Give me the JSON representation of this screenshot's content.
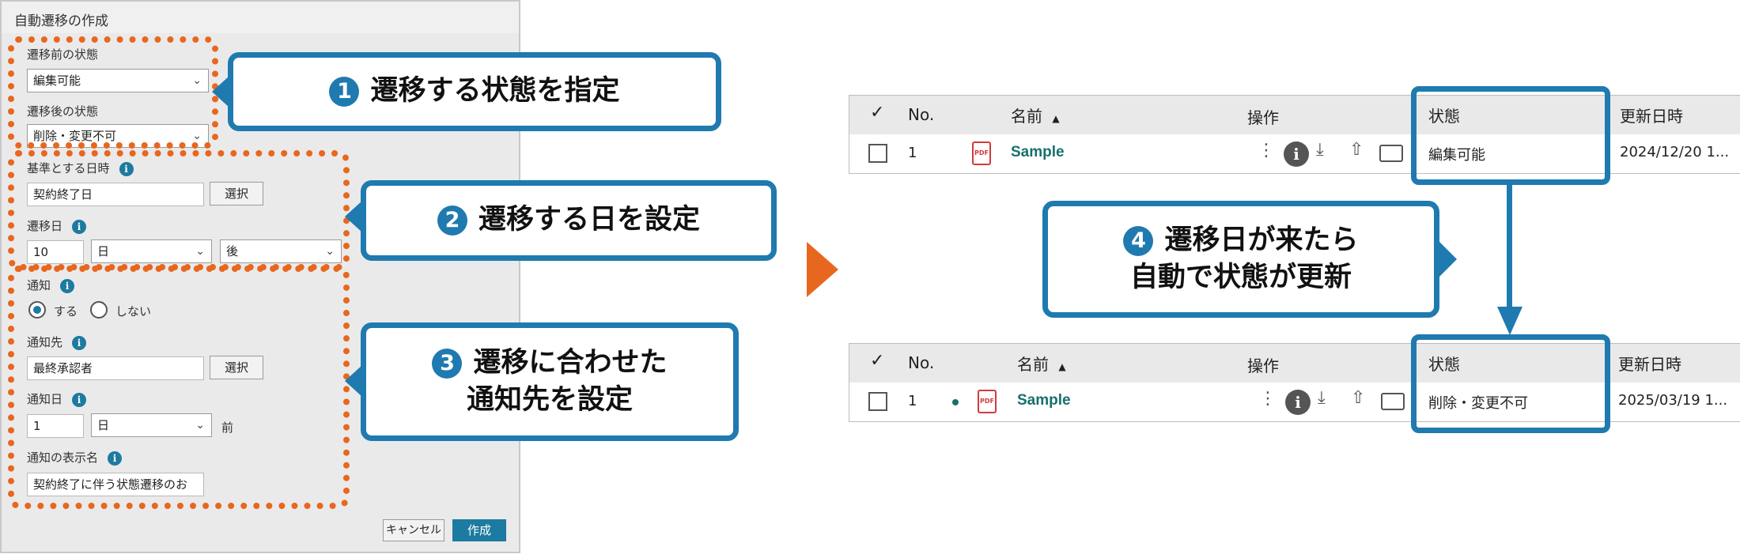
{
  "dialog": {
    "title": "自動遷移の作成",
    "before_state_label": "遷移前の状態",
    "before_state_value": "編集可能",
    "after_state_label": "遷移後の状態",
    "after_state_value": "削除・変更不可",
    "base_date_label": "基準とする日時",
    "base_date_value": "契約終了日",
    "select_button": "選択",
    "transition_day_label": "遷移日",
    "transition_day_value": "10",
    "transition_unit": "日",
    "transition_direction": "後",
    "notify_label": "通知",
    "notify_on": "する",
    "notify_off": "しない",
    "notify_to_label": "通知先",
    "notify_to_value": "最終承認者",
    "notify_day_label": "通知日",
    "notify_day_value": "1",
    "notify_day_unit": "日",
    "notify_day_suffix": "前",
    "notify_name_label": "通知の表示名",
    "notify_name_value": "契約終了に伴う状態遷移のお",
    "cancel_button": "キャンセル",
    "create_button": "作成"
  },
  "callouts": {
    "c1": {
      "num": "1",
      "text": "遷移する状態を指定"
    },
    "c2": {
      "num": "2",
      "text": "遷移する日を設定"
    },
    "c3": {
      "num": "3",
      "line1": "遷移に合わせた",
      "line2": "通知先を設定"
    },
    "c4": {
      "num": "4",
      "line1": "遷移日が来たら",
      "line2": "自動で状態が更新"
    }
  },
  "table": {
    "headers": {
      "no": "No.",
      "name": "名前",
      "ops": "操作",
      "state": "状態",
      "updated": "更新日時"
    },
    "before_row": {
      "no": "1",
      "name": "Sample",
      "state": "編集可能",
      "updated": "2024/12/20 1..."
    },
    "after_row": {
      "no": "1",
      "name": "Sample",
      "state": "削除・変更不可",
      "updated": "2025/03/19 1..."
    }
  },
  "colors": {
    "accent_orange": "#e8671e",
    "accent_blue": "#1f7ab0",
    "link_green": "#17706a",
    "primary_button": "#1d7aa0"
  },
  "icons": [
    "info-icon",
    "chevron-down-icon",
    "check-icon",
    "sort-up-icon",
    "pdf-icon",
    "more-vertical-icon",
    "download-icon",
    "share-lock-icon",
    "id-card-icon",
    "arrow-down-icon",
    "arrow-right-icon"
  ]
}
